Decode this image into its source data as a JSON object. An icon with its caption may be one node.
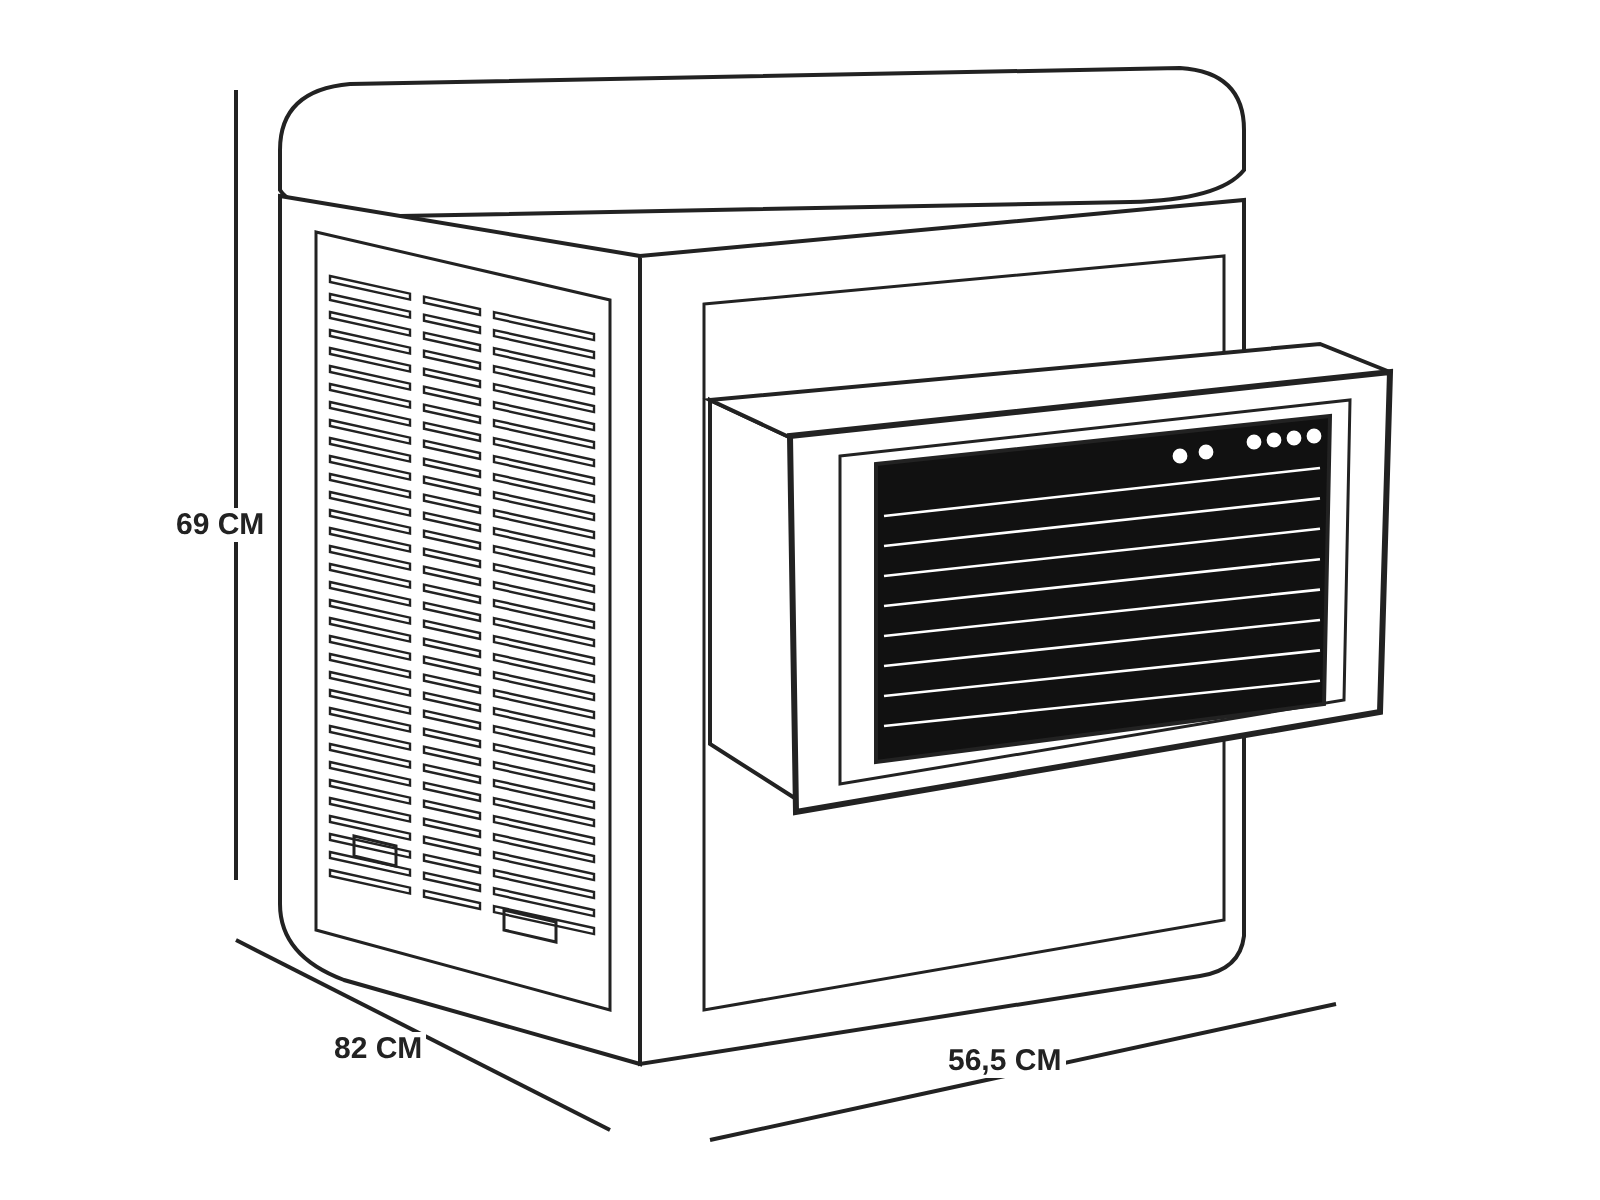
{
  "diagram": {
    "labels": [
      "69 CM",
      "82 CM",
      "56,5 CM"
    ]
  }
}
